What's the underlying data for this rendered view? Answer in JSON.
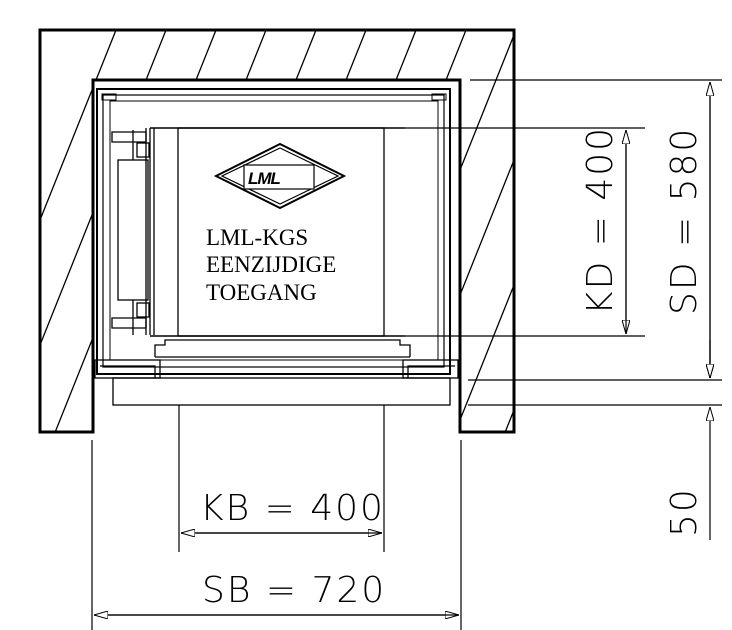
{
  "drawing": {
    "logo_text": "LML",
    "label_lines": [
      "LML-KGS",
      "EENZIJDIGE",
      "TOEGANG"
    ],
    "dim_kb": "KB = 400",
    "dim_sb": "SB = 720",
    "dim_kd": "KD = 400",
    "dim_sd": "SD = 580",
    "dim_50": "50"
  }
}
